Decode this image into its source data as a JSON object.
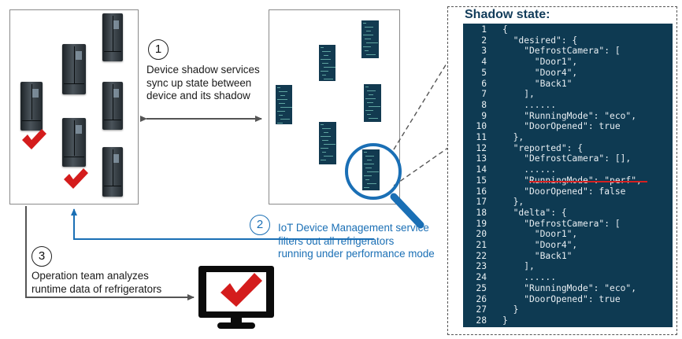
{
  "steps": [
    {
      "number": "1",
      "text": "Device shadow services\nsync up state between\ndevice and its shadow"
    },
    {
      "number": "2",
      "text": "IoT Device Management service\nfilters out all refrigerators\nrunning under performance mode"
    },
    {
      "number": "3",
      "text": "Operation team analyzes\nruntime data of refrigerators"
    }
  ],
  "shadow_panel": {
    "title": "Shadow state:",
    "lines": [
      {
        "n": "1",
        "code": "{"
      },
      {
        "n": "2",
        "code": "  \"desired\": {"
      },
      {
        "n": "3",
        "code": "    \"DefrostCamera\": ["
      },
      {
        "n": "4",
        "code": "      \"Door1\","
      },
      {
        "n": "5",
        "code": "      \"Door4\","
      },
      {
        "n": "6",
        "code": "      \"Back1\""
      },
      {
        "n": "7",
        "code": "    ],"
      },
      {
        "n": "8",
        "code": "    ......"
      },
      {
        "n": "9",
        "code": "    \"RunningMode\": \"eco\","
      },
      {
        "n": "10",
        "code": "    \"DoorOpened\": true"
      },
      {
        "n": "11",
        "code": "  },"
      },
      {
        "n": "12",
        "code": "  \"reported\": {"
      },
      {
        "n": "13",
        "code": "    \"DefrostCamera\": [],"
      },
      {
        "n": "14",
        "code": "    ......"
      },
      {
        "n": "15",
        "code": "    \"RunningMode\": \"perf\","
      },
      {
        "n": "16",
        "code": "    \"DoorOpened\": false"
      },
      {
        "n": "17",
        "code": "  },"
      },
      {
        "n": "18",
        "code": "  \"delta\": {"
      },
      {
        "n": "19",
        "code": "    \"DefrostCamera\": ["
      },
      {
        "n": "20",
        "code": "      \"Door1\","
      },
      {
        "n": "21",
        "code": "      \"Door4\","
      },
      {
        "n": "22",
        "code": "      \"Back1\""
      },
      {
        "n": "23",
        "code": "    ],"
      },
      {
        "n": "24",
        "code": "    ......"
      },
      {
        "n": "25",
        "code": "    \"RunningMode\": \"eco\","
      },
      {
        "n": "26",
        "code": "    \"DoorOpened\": true"
      },
      {
        "n": "27",
        "code": "  }"
      },
      {
        "n": "28",
        "code": "}"
      }
    ]
  },
  "colors": {
    "accent_blue": "#1a6fb5",
    "check_red": "#d41c1c",
    "code_bg": "#0e3a52",
    "fridge_dark": "#2b3238"
  },
  "icons": [
    "refrigerator-icon",
    "checkmark-icon",
    "magnifier-icon",
    "monitor-icon",
    "code-document-icon"
  ]
}
